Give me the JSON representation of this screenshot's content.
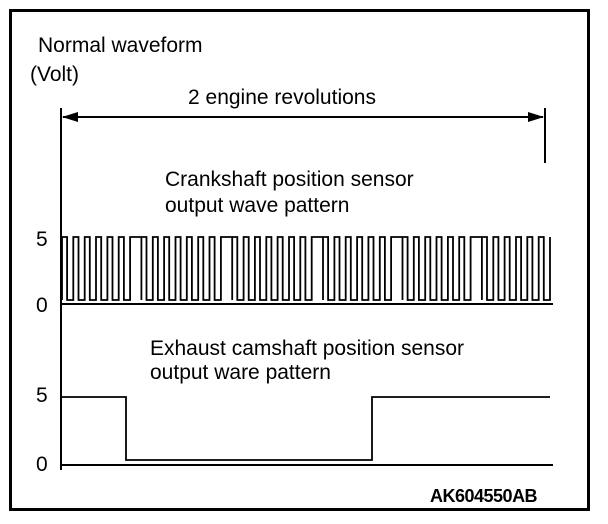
{
  "title": "Normal waveform",
  "unit": "(Volt)",
  "span_label": "2 engine revolutions",
  "crank": {
    "caption_line1": "Crankshaft position sensor",
    "caption_line2": "output wave pattern",
    "high_label": "5",
    "low_label": "0",
    "gap_after_pulses": [
      6,
      13,
      20,
      26,
      32
    ]
  },
  "cam": {
    "caption_line1": "Exhaust camshaft position sensor",
    "caption_line2": "output ware pattern",
    "high_label": "5",
    "low_label": "0"
  },
  "figure_code": "AK604550AB",
  "colors": {
    "line": "#000000",
    "background": "#ffffff"
  }
}
